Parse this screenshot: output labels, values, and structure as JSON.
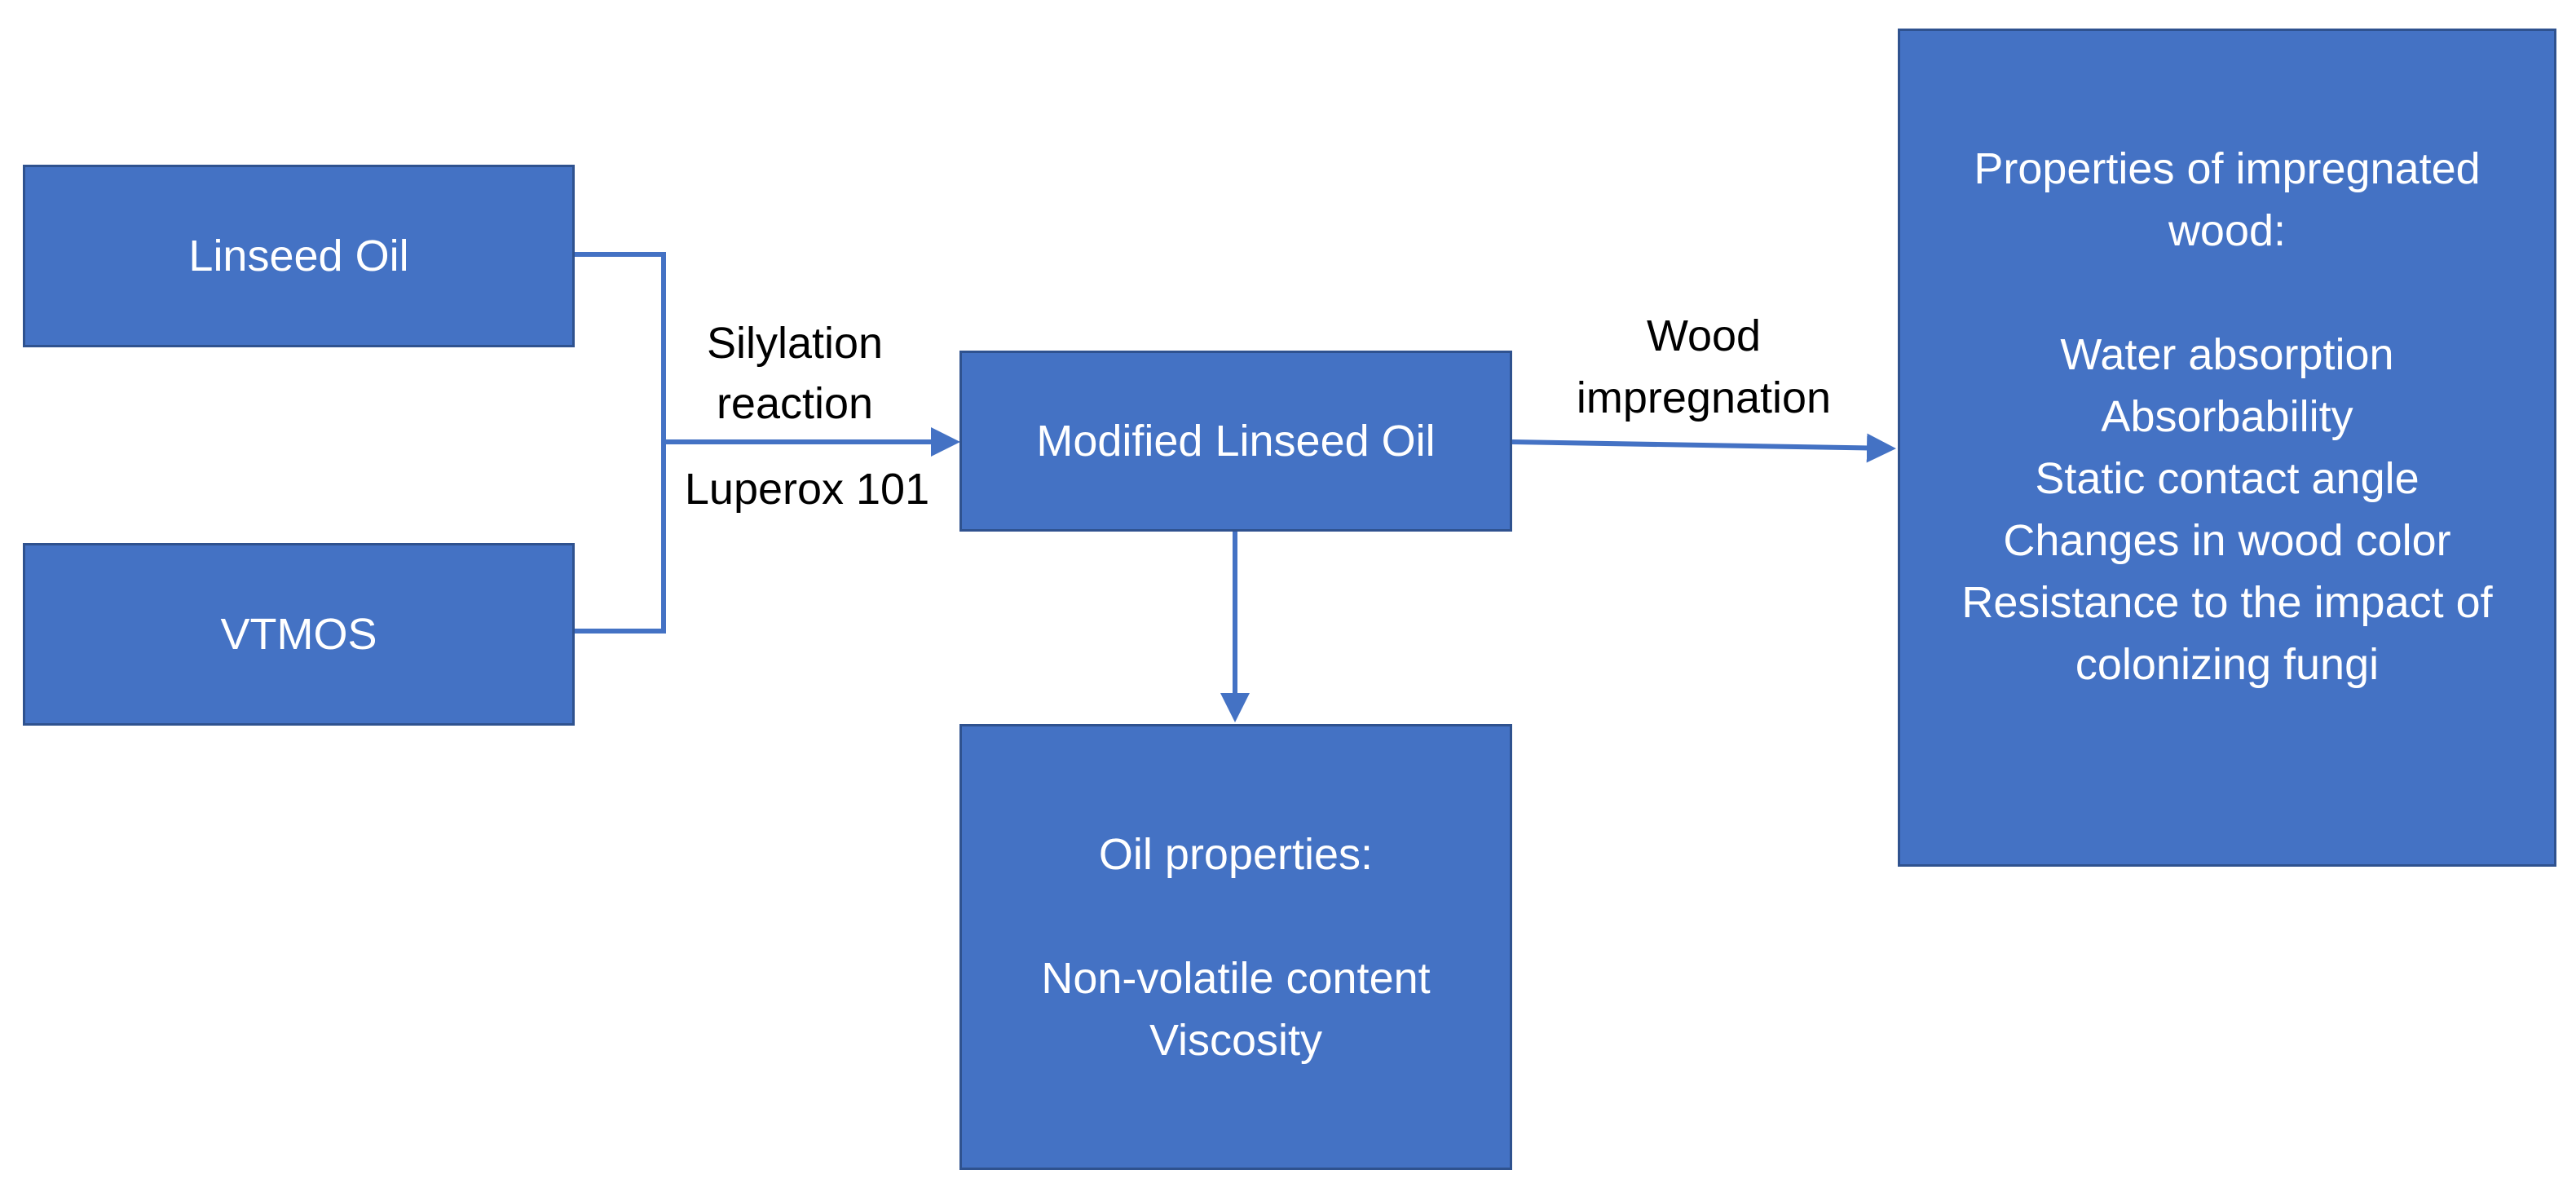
{
  "nodes": {
    "linseed_oil": "Linseed Oil",
    "vtmos": "VTMOS",
    "modified_oil": "Modified Linseed Oil",
    "oil_properties": {
      "title": "Oil properties:",
      "items": [
        "Non-volatile content",
        "Viscosity"
      ]
    },
    "wood_properties": {
      "title_line1": "Properties of impregnated",
      "title_line2": "wood:",
      "items": [
        "Water absorption",
        "Absorbability",
        "Static contact angle",
        "Changes in wood color",
        "Resistance to the impact of",
        "colonizing fungi"
      ]
    }
  },
  "edge_labels": {
    "silylation_line1": "Silylation",
    "silylation_line2": "reaction",
    "catalyst": "Luperox 101",
    "impregnation_line1": "Wood",
    "impregnation_line2": "impregnation"
  },
  "colors": {
    "box_fill": "#4472c4",
    "box_border": "#2f528f",
    "connector": "#4472c4"
  }
}
